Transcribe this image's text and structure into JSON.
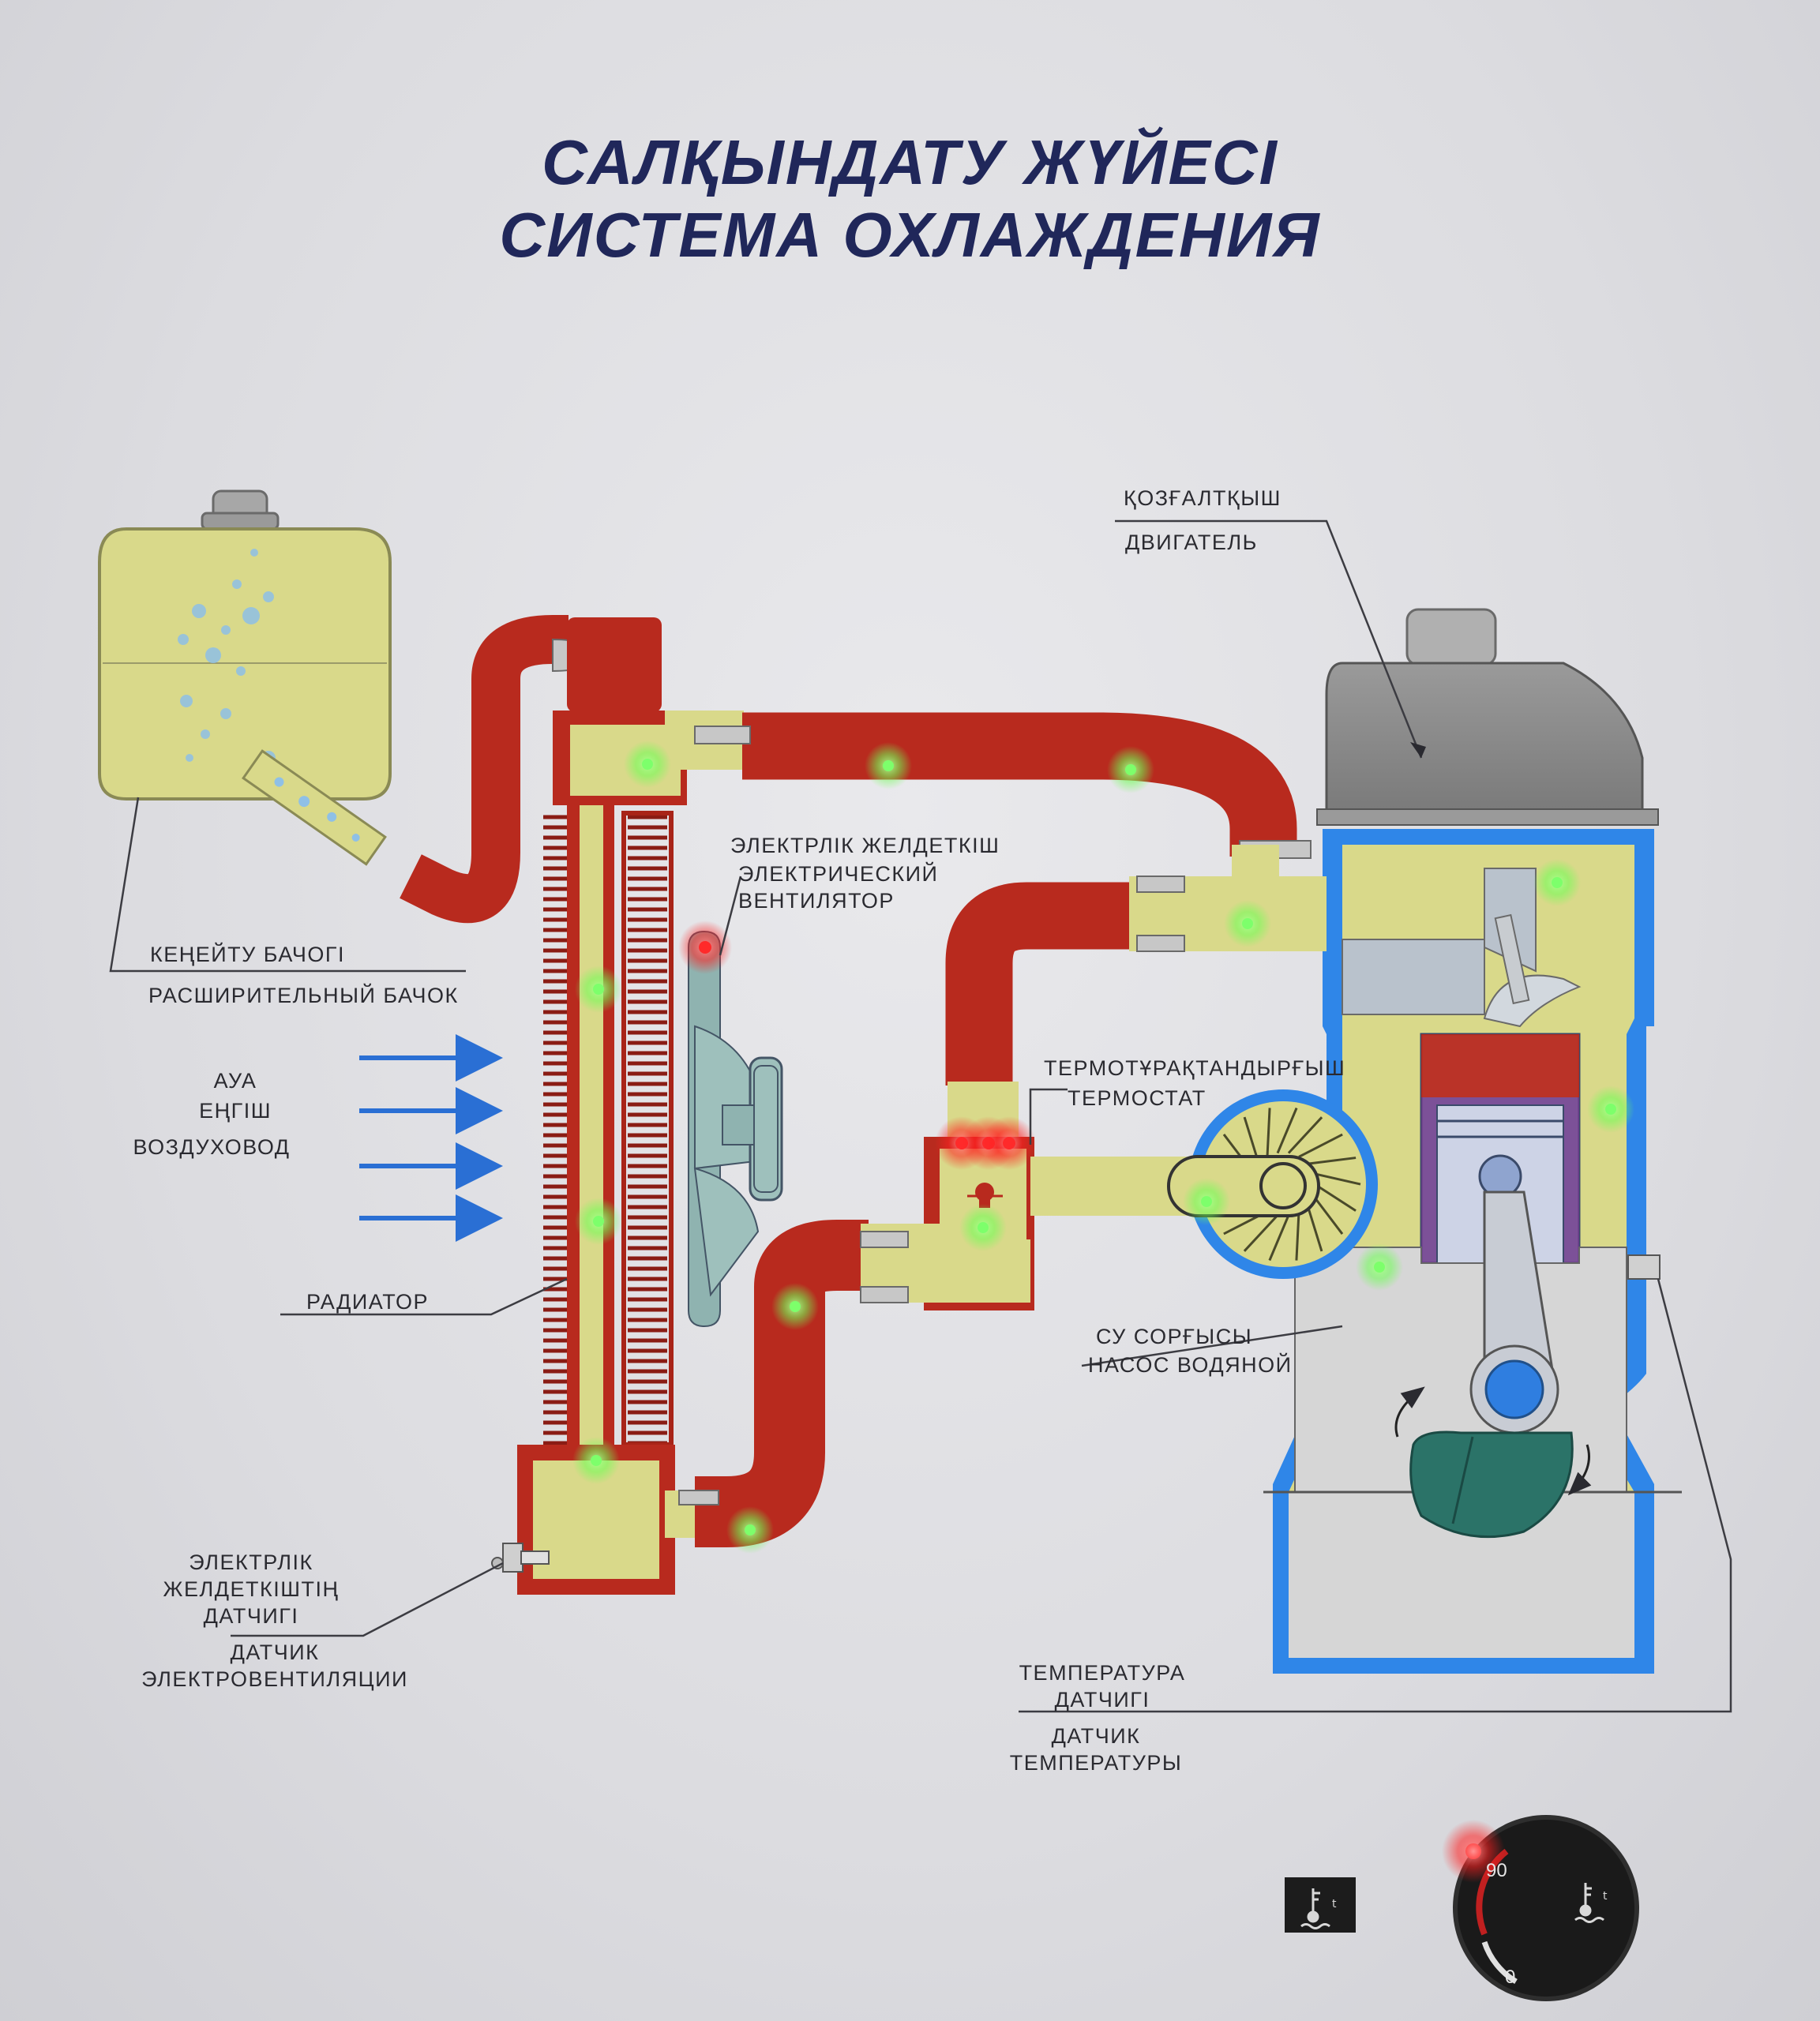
{
  "title": {
    "line_kz": "САЛҚЫНДАТУ ЖҮЙЕСІ",
    "line_ru": "СИСТЕМА  ОХЛАЖДЕНИЯ"
  },
  "labels": {
    "engine": {
      "kz": "ҚОЗҒАЛТҚЫШ",
      "ru": "ДВИГАТЕЛЬ"
    },
    "fan": {
      "kz": "ЭЛЕКТРЛІК ЖЕЛДЕТКІШ",
      "ru_1": "ЭЛЕКТРИЧЕСКИЙ",
      "ru_2": "ВЕНТИЛЯТОР"
    },
    "expansion_tank": {
      "kz": "КЕҢЕЙТУ БАЧОГІ",
      "ru": "РАСШИРИТЕЛЬНЫЙ БАЧОК"
    },
    "air_duct": {
      "kz_1": "АУА",
      "kz_2": "ЕҢГІШ",
      "ru": "ВОЗДУХОВОД"
    },
    "thermostat": {
      "kz": "ТЕРМОТҰРАҚТАНДЫРҒЫШ",
      "ru": "ТЕРМОСТАТ"
    },
    "radiator": {
      "ru": "РАДИАТОР"
    },
    "water_pump": {
      "kz": "СУ СОРҒЫСЫ",
      "ru": "НАСОС ВОДЯНОЙ"
    },
    "fan_sensor": {
      "kz_1": "ЭЛЕКТРЛІК",
      "kz_2": "ЖЕЛДЕТКІШТІҢ",
      "kz_3": "ДАТЧИГІ",
      "ru_1": "ДАТЧИК",
      "ru_2": "ЭЛЕКТРОВЕНТИЛЯЦИИ"
    },
    "temp_sensor": {
      "kz_1": "ТЕМПЕРАТУРА",
      "kz_2": "ДАТЧИГІ",
      "ru_1": "ДАТЧИК",
      "ru_2": "ТЕМПЕРАТУРЫ"
    }
  },
  "gauge": {
    "mark_high": "90",
    "mark_low": "0"
  },
  "colors": {
    "hot_coolant": "#b82a1e",
    "cool_coolant": "#d9d98a",
    "engine_jacket": "#2f86e8",
    "title": "#20275a",
    "air_arrows": "#2a6fd4",
    "led_green": "#7dff6b",
    "led_red": "#ff2a2a"
  },
  "icons": [
    "coolant-temperature-icon",
    "air-flow-arrow-icon",
    "rotation-arrow-icon"
  ]
}
